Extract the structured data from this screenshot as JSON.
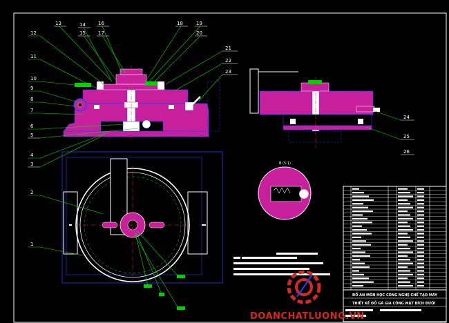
{
  "title_block": {
    "line1": "ĐỒ ÁN MÔN HỌC CÔNG NGHỆ CHẾ TẠO MÁY",
    "line2": "THIẾT KẾ ĐỒ GÁ GIA CÔNG MẶT BÍCH ĐƯỜI"
  },
  "section_label": "B (5:1)",
  "watermark": "DOANCHATLUONG.VN",
  "colors": {
    "background": "#000000",
    "part_fill": "#c8209c",
    "outline": "#1e40ff",
    "leader": "#00e000",
    "frame": "#ffffff",
    "watermark": "#d8281e"
  },
  "balloons": {
    "left": [
      "12",
      "11",
      "10",
      "9",
      "8",
      "7",
      "6",
      "5",
      "4",
      "3",
      "2",
      "1"
    ],
    "top": [
      "13",
      "14",
      "15",
      "16",
      "17",
      "18",
      "19",
      "20"
    ],
    "right": [
      "21",
      "22",
      "23"
    ],
    "side": [
      "24",
      "25",
      "26"
    ]
  }
}
